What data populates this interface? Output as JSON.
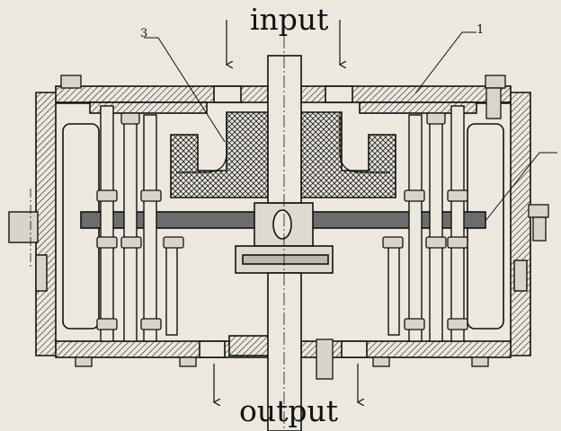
{
  "labels": {
    "input": "input",
    "output": "output",
    "part_3": "3",
    "part_1": "1"
  },
  "colors": {
    "background": "#ece8de",
    "line": "#111111",
    "hatch": "#222222"
  }
}
